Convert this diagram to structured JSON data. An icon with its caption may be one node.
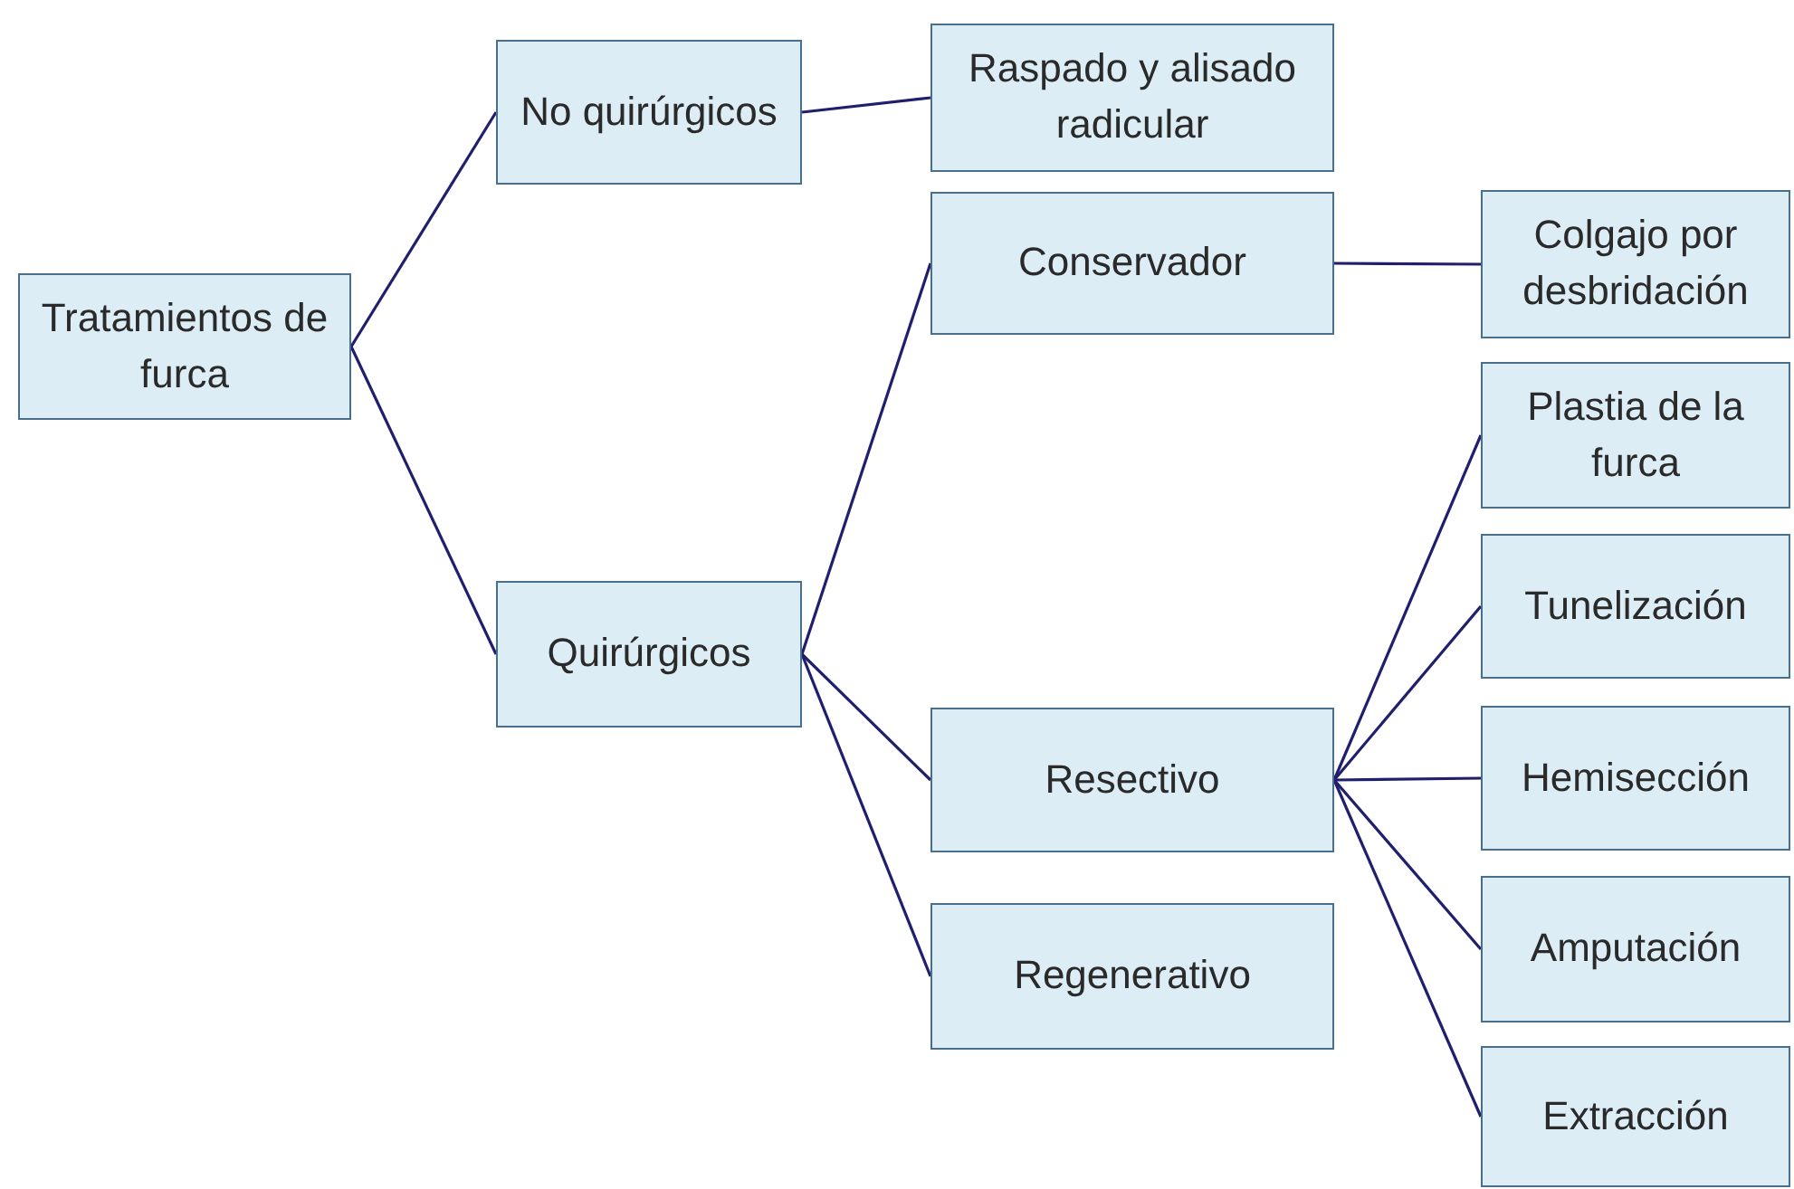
{
  "diagram": {
    "nodes": [
      {
        "text": [
          "Tratamientos de furca"
        ]
      },
      {
        "text": [
          "No quirúrgicos"
        ]
      },
      {
        "text": [
          "Raspado y alisado radicular"
        ]
      },
      {
        "text": [
          "Quirúrgicos"
        ]
      },
      {
        "text": [
          "Conservador"
        ]
      },
      {
        "text": [
          "Colgajo por desbridación"
        ]
      },
      {
        "text": [
          "Resectivo"
        ]
      },
      {
        "text": [
          "Regenerativo"
        ]
      },
      {
        "text": [
          "Plastia de la furca"
        ]
      },
      {
        "text": [
          "Tunelización"
        ]
      },
      {
        "text": [
          "Hemisección"
        ]
      },
      {
        "text": [
          "Amputación"
        ]
      },
      {
        "text": [
          "Extracción"
        ]
      }
    ],
    "edges": [
      {
        "from": 0,
        "to": 1,
        "arrow": "none"
      },
      {
        "from": 0,
        "to": 3,
        "arrow": "none"
      },
      {
        "from": 1,
        "to": 2,
        "arrow": "none"
      },
      {
        "from": 3,
        "to": 4,
        "arrow": "none"
      },
      {
        "from": 3,
        "to": 6,
        "arrow": "none"
      },
      {
        "from": 3,
        "to": 7,
        "arrow": "none"
      },
      {
        "from": 4,
        "to": 5,
        "arrow": "none"
      },
      {
        "from": 6,
        "to": 8,
        "arrow": "none"
      },
      {
        "from": 6,
        "to": 9,
        "arrow": "none"
      },
      {
        "from": 6,
        "to": 10,
        "arrow": "none"
      },
      {
        "from": 6,
        "to": 11,
        "arrow": "none"
      },
      {
        "from": 6,
        "to": 12,
        "arrow": "none"
      }
    ]
  }
}
